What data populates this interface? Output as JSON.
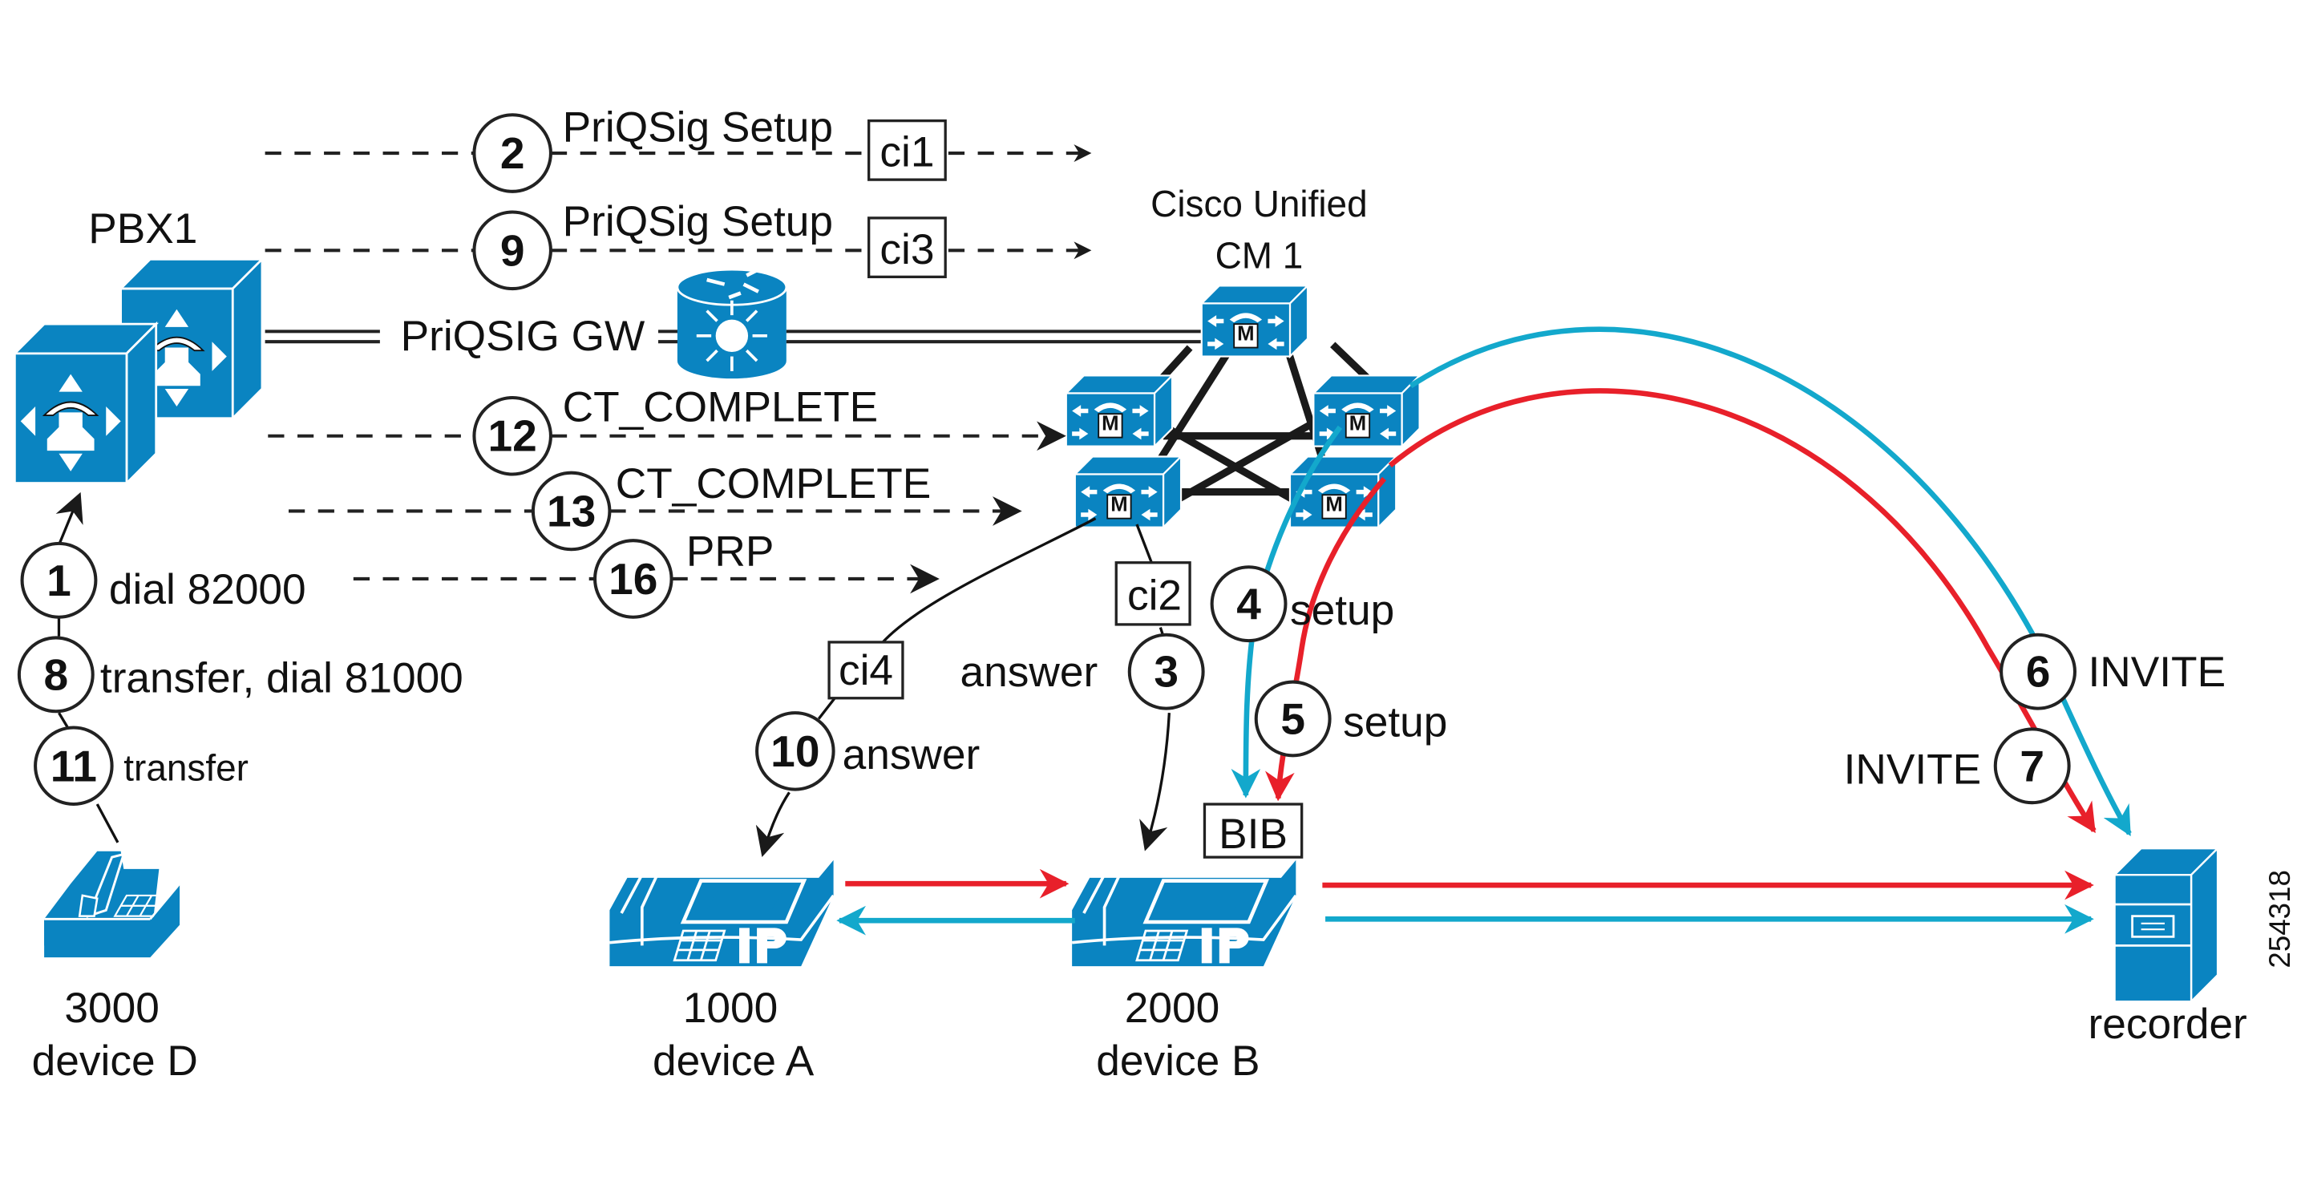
{
  "colors": {
    "device_blue": "#0a84c1",
    "stream_red": "#e8202a",
    "stream_cyan": "#13a8cc",
    "line_black": "#222222"
  },
  "nodes": {
    "pbx": {
      "label": "PBX1",
      "icon": "pbx-icon"
    },
    "gateway": {
      "label": "PriQSIG GW",
      "icon": "router-icon"
    },
    "cluster": {
      "label_line1": "Cisco Unified",
      "label_line2": "CM 1",
      "icon": "call-manager-icon"
    },
    "device_d": {
      "number": "3000",
      "name": "device D",
      "icon": "analog-phone-icon"
    },
    "device_a": {
      "number": "1000",
      "name": "device A",
      "icon": "ip-phone-icon"
    },
    "device_b": {
      "number": "2000",
      "name": "device B",
      "icon": "ip-phone-icon"
    },
    "recorder": {
      "name": "recorder",
      "icon": "recorder-server-icon"
    }
  },
  "ip_label": "IP",
  "cm_badge": "M",
  "call_ids": [
    "ci1",
    "ci2",
    "ci3",
    "ci4"
  ],
  "bib_label": "BIB",
  "steps": [
    {
      "n": "1",
      "label": "dial 82000"
    },
    {
      "n": "2",
      "label": "PriQSig Setup"
    },
    {
      "n": "3",
      "label": "answer"
    },
    {
      "n": "4",
      "label": "setup"
    },
    {
      "n": "5",
      "label": "setup"
    },
    {
      "n": "6",
      "label": "INVITE"
    },
    {
      "n": "7",
      "label": "INVITE"
    },
    {
      "n": "8",
      "label": "transfer, dial 81000"
    },
    {
      "n": "9",
      "label": "PriQSig Setup"
    },
    {
      "n": "10",
      "label": "answer"
    },
    {
      "n": "11",
      "label": "transfer"
    },
    {
      "n": "12",
      "label": "CT_COMPLETE"
    },
    {
      "n": "13",
      "label": "CT_COMPLETE"
    },
    {
      "n": "16",
      "label": "PRP"
    }
  ],
  "figure_id": "254318"
}
